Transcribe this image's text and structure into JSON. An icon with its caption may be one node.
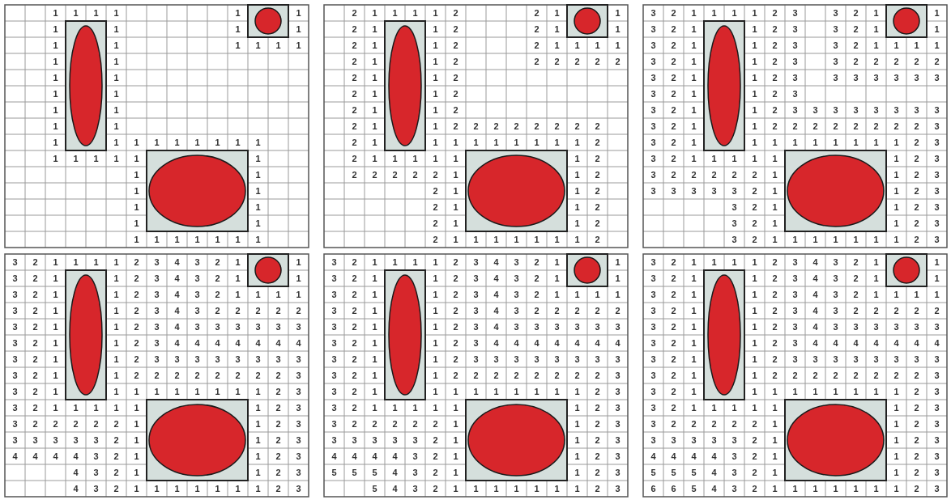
{
  "diagram": {
    "labels": [
      "1",
      "1",
      "1",
      "1",
      "1",
      "1",
      "1",
      "1",
      "1",
      "1",
      "1",
      "1",
      "1",
      "1",
      "1",
      "1",
      "1",
      "1",
      "1",
      "1",
      "1",
      "1",
      "1",
      "1",
      "1",
      "1",
      "1",
      "1",
      "1",
      "1",
      "1",
      "1",
      "1",
      "1",
      "1",
      "1",
      "1",
      "1",
      "1",
      "1",
      "1",
      "1",
      "1",
      "1",
      "1",
      "1",
      "1",
      "1",
      "1",
      "1",
      "1",
      "1",
      "1",
      "1",
      "1",
      "1",
      "2",
      "1",
      "1",
      "1",
      "1",
      "2",
      "2",
      "1",
      "1",
      "2",
      "1",
      "1",
      "2",
      "2",
      "1",
      "1",
      "2",
      "1",
      "1",
      "2",
      "2",
      "1",
      "1",
      "1",
      "1",
      "2",
      "1",
      "1",
      "2",
      "2",
      "2",
      "2",
      "2",
      "2",
      "2",
      "1",
      "1",
      "2",
      "2",
      "1",
      "1",
      "2",
      "2",
      "1",
      "1",
      "2",
      "2",
      "1",
      "1",
      "2",
      "2",
      "2",
      "2",
      "2",
      "2",
      "2",
      "2",
      "2",
      "1",
      "1",
      "1",
      "1",
      "1",
      "1",
      "1",
      "1",
      "1",
      "2",
      "2",
      "1",
      "1",
      "1",
      "1",
      "1",
      "1",
      "2",
      "2",
      "2",
      "2",
      "2",
      "2",
      "1",
      "1",
      "2",
      "2",
      "1",
      "1",
      "2",
      "2",
      "1",
      "1",
      "2",
      "2",
      "1",
      "1",
      "2",
      "2",
      "1",
      "1",
      "1",
      "1",
      "1",
      "1",
      "1",
      "2",
      "3",
      "2",
      "1",
      "1",
      "1",
      "1",
      "2",
      "3",
      "3",
      "2",
      "1",
      "1",
      "3",
      "2",
      "1",
      "1",
      "2",
      "3",
      "3",
      "2",
      "1",
      "1",
      "3",
      "2",
      "1",
      "1",
      "2",
      "3",
      "3",
      "2",
      "1",
      "1",
      "1",
      "1",
      "3",
      "2",
      "1",
      "1",
      "2",
      "3",
      "3",
      "2",
      "2",
      "2",
      "2",
      "2",
      "3",
      "2",
      "1",
      "1",
      "2",
      "3",
      "3",
      "3",
      "3",
      "3",
      "3",
      "3",
      "3",
      "2",
      "1",
      "1",
      "2",
      "3",
      "3",
      "2",
      "1",
      "1",
      "2",
      "3",
      "3",
      "3",
      "3",
      "3",
      "3",
      "3",
      "3",
      "3",
      "2",
      "1",
      "1",
      "2",
      "2",
      "2",
      "2",
      "2",
      "2",
      "2",
      "2",
      "3",
      "3",
      "2",
      "1",
      "1",
      "1",
      "1",
      "1",
      "1",
      "1",
      "1",
      "1",
      "2",
      "3",
      "3",
      "2",
      "1",
      "1",
      "1",
      "1",
      "1",
      "1",
      "2",
      "3",
      "3",
      "2",
      "2",
      "2",
      "2",
      "2",
      "1",
      "1",
      "2",
      "3",
      "3",
      "3",
      "3",
      "3",
      "3",
      "2",
      "1",
      "1",
      "2",
      "3",
      "3",
      "2",
      "1",
      "1",
      "2",
      "3",
      "3",
      "2",
      "1",
      "1",
      "2",
      "3",
      "3",
      "2",
      "1",
      "1",
      "1",
      "1",
      "1",
      "1",
      "1",
      "2",
      "3",
      "3",
      "2",
      "1",
      "1",
      "1",
      "1",
      "2",
      "3",
      "4",
      "3",
      "2",
      "1",
      "1",
      "3",
      "2",
      "1",
      "1",
      "2",
      "3",
      "4",
      "3",
      "2",
      "1",
      "1",
      "3",
      "2",
      "1",
      "1",
      "2",
      "3",
      "4",
      "3",
      "2",
      "1",
      "1",
      "1",
      "1",
      "3",
      "2",
      "1",
      "1",
      "2",
      "3",
      "4",
      "3",
      "2",
      "2",
      "2",
      "2",
      "2",
      "3",
      "2",
      "1",
      "1",
      "2",
      "3",
      "4",
      "3",
      "3",
      "3",
      "3",
      "3",
      "3",
      "3",
      "2",
      "1",
      "1",
      "2",
      "3",
      "4",
      "4",
      "4",
      "4",
      "4",
      "4",
      "4",
      "3",
      "2",
      "1",
      "1",
      "2",
      "3",
      "3",
      "3",
      "3",
      "3",
      "3",
      "3",
      "3",
      "3",
      "2",
      "1",
      "1",
      "2",
      "2",
      "2",
      "2",
      "2",
      "2",
      "2",
      "2",
      "3",
      "3",
      "2",
      "1",
      "1",
      "1",
      "1",
      "1",
      "1",
      "1",
      "1",
      "1",
      "2",
      "3",
      "3",
      "2",
      "1",
      "1",
      "1",
      "1",
      "1",
      "1",
      "2",
      "3",
      "3",
      "2",
      "2",
      "2",
      "2",
      "2",
      "1",
      "1",
      "2",
      "3",
      "3",
      "3",
      "3",
      "3",
      "3",
      "2",
      "1",
      "1",
      "2",
      "3",
      "4",
      "4",
      "4",
      "4",
      "3",
      "2",
      "1",
      "1",
      "2",
      "3",
      "4",
      "3",
      "2",
      "1",
      "1",
      "2",
      "3",
      "4",
      "3",
      "2",
      "1",
      "1",
      "1",
      "1",
      "1",
      "1",
      "1",
      "2",
      "3",
      "3",
      "2",
      "1",
      "1",
      "1",
      "1",
      "2",
      "3",
      "4",
      "3",
      "2",
      "1",
      "1",
      "3",
      "2",
      "1",
      "1",
      "2",
      "3",
      "4",
      "3",
      "2",
      "1",
      "1",
      "3",
      "2",
      "1",
      "1",
      "2",
      "3",
      "4",
      "3",
      "2",
      "1",
      "1",
      "1",
      "1",
      "3",
      "2",
      "1",
      "1",
      "2",
      "3",
      "4",
      "3",
      "2",
      "2",
      "2",
      "2",
      "2",
      "3",
      "2",
      "1",
      "1",
      "2",
      "3",
      "4",
      "3",
      "3",
      "3",
      "3",
      "3",
      "3",
      "3",
      "2",
      "1",
      "1",
      "2",
      "3",
      "4",
      "4",
      "4",
      "4",
      "4",
      "4",
      "4",
      "3",
      "2",
      "1",
      "1",
      "2",
      "3",
      "3",
      "3",
      "3",
      "3",
      "3",
      "3",
      "3",
      "3",
      "2",
      "1",
      "1",
      "2",
      "2",
      "2",
      "2",
      "2",
      "2",
      "2",
      "2",
      "3",
      "3",
      "2",
      "1",
      "1",
      "1",
      "1",
      "1",
      "1",
      "1",
      "1",
      "1",
      "2",
      "3",
      "3",
      "2",
      "1",
      "1",
      "1",
      "1",
      "1",
      "1",
      "2",
      "3",
      "3",
      "2",
      "2",
      "2",
      "2",
      "2",
      "1",
      "1",
      "2",
      "3",
      "3",
      "3",
      "3",
      "3",
      "3",
      "2",
      "1",
      "1",
      "2",
      "3",
      "4",
      "4",
      "4",
      "4",
      "3",
      "2",
      "1",
      "1",
      "2",
      "3",
      "5",
      "5",
      "5",
      "4",
      "3",
      "2",
      "1",
      "1",
      "2",
      "3",
      "5",
      "4",
      "3",
      "2",
      "1",
      "1",
      "1",
      "1",
      "1",
      "1",
      "1",
      "2",
      "3",
      "3",
      "2",
      "1",
      "1",
      "1",
      "1",
      "2",
      "3",
      "4",
      "3",
      "2",
      "1",
      "1",
      "3",
      "2",
      "1",
      "1",
      "2",
      "3",
      "4",
      "3",
      "2",
      "1",
      "1",
      "3",
      "2",
      "1",
      "1",
      "2",
      "3",
      "4",
      "3",
      "2",
      "1",
      "1",
      "1",
      "1",
      "3",
      "2",
      "1",
      "1",
      "2",
      "3",
      "4",
      "3",
      "2",
      "2",
      "2",
      "2",
      "2",
      "3",
      "2",
      "1",
      "1",
      "2",
      "3",
      "4",
      "3",
      "3",
      "3",
      "3",
      "3",
      "3",
      "3",
      "2",
      "1",
      "1",
      "2",
      "3",
      "4",
      "4",
      "4",
      "4",
      "4",
      "4",
      "4",
      "3",
      "2",
      "1",
      "1",
      "2",
      "3",
      "3",
      "3",
      "3",
      "3",
      "3",
      "3",
      "3",
      "3",
      "2",
      "1",
      "1",
      "2",
      "2",
      "2",
      "2",
      "2",
      "2",
      "2",
      "2",
      "3",
      "3",
      "2",
      "1",
      "1",
      "1",
      "1",
      "1",
      "1",
      "1",
      "1",
      "1",
      "2",
      "3",
      "3",
      "2",
      "1",
      "1",
      "1",
      "1",
      "1",
      "1",
      "2",
      "3",
      "3",
      "2",
      "2",
      "2",
      "2",
      "2",
      "1",
      "1",
      "2",
      "3",
      "3",
      "3",
      "3",
      "3",
      "3",
      "2",
      "1",
      "1",
      "2",
      "3",
      "4",
      "4",
      "4",
      "4",
      "3",
      "2",
      "1",
      "1",
      "2",
      "3",
      "5",
      "5",
      "5",
      "4",
      "3",
      "2",
      "1",
      "1",
      "2",
      "3",
      "6",
      "6",
      "5",
      "4",
      "3",
      "2",
      "1",
      "1",
      "1",
      "1",
      "1",
      "1",
      "1",
      "2",
      "3"
    ]
  }
}
